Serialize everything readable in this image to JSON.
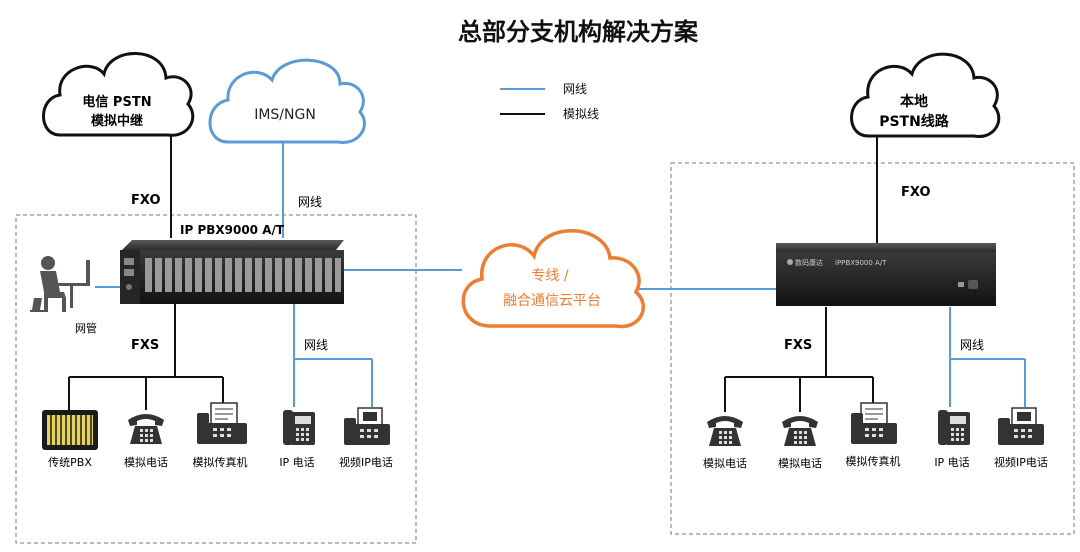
{
  "title": "总部分支机构解决方案",
  "legend": {
    "network_label": "网线",
    "analog_label": "模拟线",
    "network_color": "#5b9bd5",
    "analog_color": "#111111"
  },
  "clouds": {
    "telecom_pstn_line1": "电信 PSTN",
    "telecom_pstn_line2": "模拟中继",
    "ims_ngn": "IMS/NGN",
    "local_pstn_line1": "本地",
    "local_pstn_line2": "PSTN线路",
    "cloud_platform_line1": "专线 /",
    "cloud_platform_line2": "融合通信云平台",
    "cloud_platform_color": "#ed7d31"
  },
  "headquarters": {
    "fxo_label": "FXO",
    "network_label": "网线",
    "device_label": "IP PBX9000 A/T",
    "admin_label": "网管",
    "fxs_label": "FXS",
    "ip_network_label": "网线",
    "endpoints": [
      "传统PBX",
      "模拟电话",
      "模拟传真机",
      "IP 电话",
      "视频IP电话"
    ]
  },
  "branch": {
    "fxo_label": "FXO",
    "device_brand": "数码康达",
    "device_model": "iPPBX9000 A/T",
    "fxs_label": "FXS",
    "ip_network_label": "网线",
    "endpoints": [
      "模拟电话",
      "模拟电话",
      "模拟传真机",
      "IP 电话",
      "视频IP电话"
    ]
  }
}
